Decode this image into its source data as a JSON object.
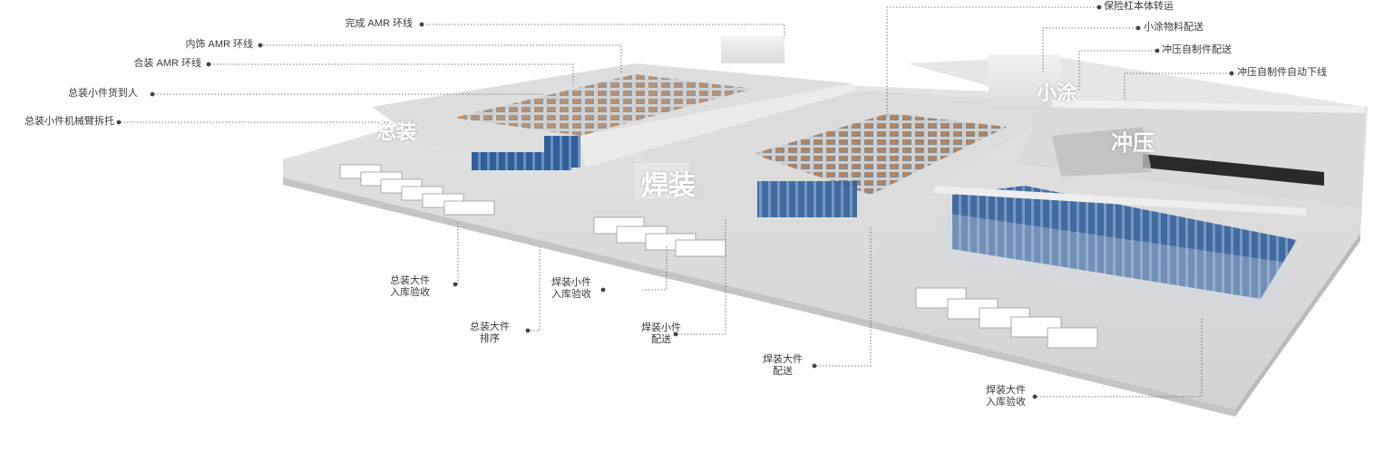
{
  "callouts": {
    "finished_amr": "完成 AMR 环线",
    "trim_amr": "内饰 AMR 环线",
    "marriage_amr": "合装 AMR 环线",
    "small_parts_goods_to_person": "总装小件货到人",
    "small_parts_robot_arm": "总装小件机械臂拆托",
    "bumper_transfer": "保险杠本体转运",
    "small_paint_delivery": "小涂物料配送",
    "stamping_delivery": "冲压自制件配送",
    "stamping_auto_offline": "冲压自制件自动下线",
    "assembly_large_inbound": "总装大件\n入库验收",
    "assembly_large_sequencing": "总装大件\n排序",
    "weld_small_inbound": "焊装小件\n入库验收",
    "weld_small_delivery": "焊装小件\n配送",
    "weld_large_delivery": "焊装大件\n配送",
    "weld_large_inbound": "焊装大件\n入库验收"
  },
  "zones": {
    "assembly": "总装",
    "welding": "焊装",
    "small_paint": "小涂",
    "stamping": "冲压"
  },
  "colors": {
    "floor": "#d9d9d9",
    "wall": "#e9e9e9",
    "rack_blue": "#2d5f9e",
    "agv_orange": "#e0782a",
    "leader": "#555555"
  }
}
